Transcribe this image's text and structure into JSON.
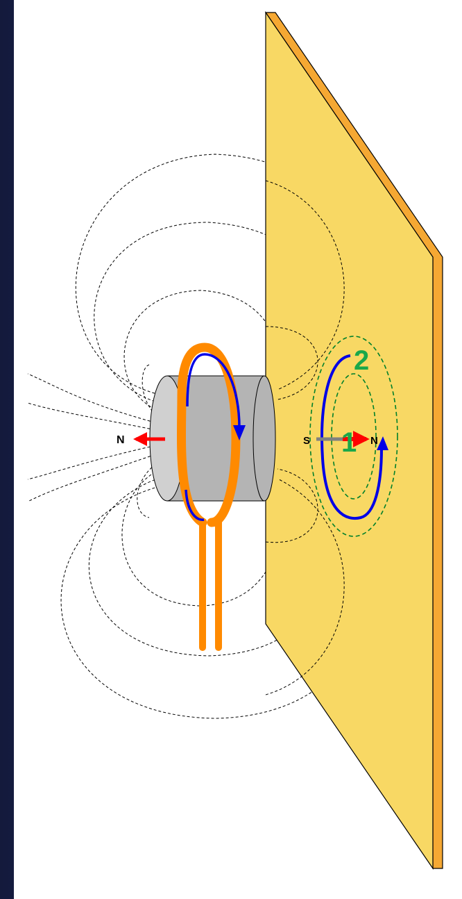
{
  "diagram": {
    "magnet_pole_label": "N",
    "eddy_dipole_south_label": "S",
    "eddy_dipole_north_label": "N",
    "loop_1_label": "1",
    "loop_2_label": "2"
  },
  "colors": {
    "background_frame": "#1f2a66",
    "panel": "#ffffff",
    "plate_face": "#f8d864",
    "plate_edge": "#f5a833",
    "magnet_body": "#b4b4b4",
    "magnet_face": "#d0d0d0",
    "coil": "#ff8a00",
    "current_arrow": "#0000e6",
    "pole_arrow": "#ff0000",
    "eddy_loop": "#00802b",
    "loop_label": "#1aa84a",
    "dipole_south": "#808080"
  },
  "icons": [
    "north-pole-arrow-icon",
    "current-direction-arrow-icon",
    "eddy-current-arrow-icon"
  ]
}
